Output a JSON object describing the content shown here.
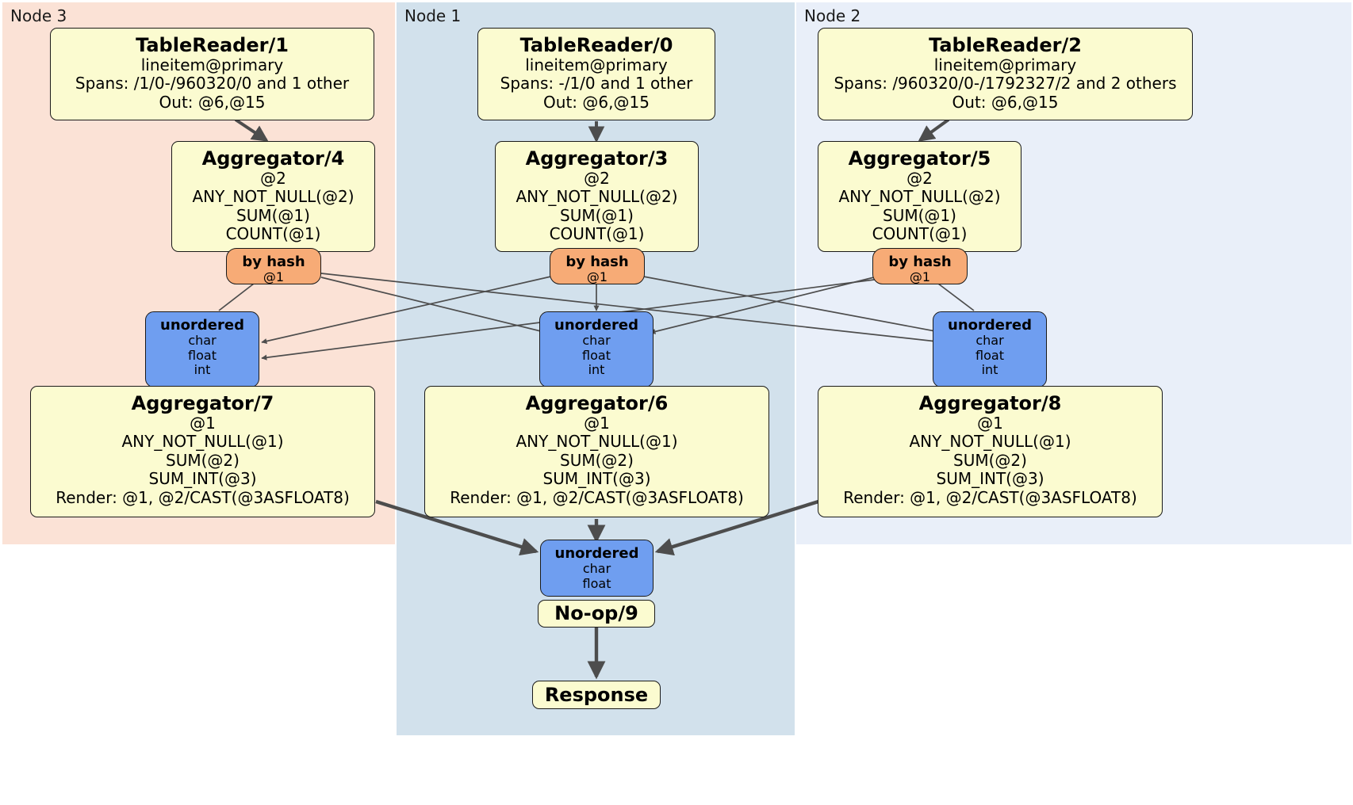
{
  "diagram": {
    "type": "distributed-query-plan",
    "colors": {
      "region_node3_bg": "#fbe2d6",
      "region_node1_bg": "#d2e1ec",
      "region_node2_bg": "#e9eff9",
      "processor_bg": "#fbfbd0",
      "router_bg": "#f7ab76",
      "synchronizer_bg": "#6f9ef0",
      "edge": "#4d4d4d",
      "border": "#1a1a1a"
    },
    "regions": [
      {
        "id": "node3",
        "label": "Node 3"
      },
      {
        "id": "node1",
        "label": "Node 1"
      },
      {
        "id": "node2",
        "label": "Node 2"
      }
    ],
    "nodes": {
      "tablereader_1": {
        "title": "TableReader/1",
        "lines": [
          "lineitem@primary",
          "Spans: /1/0-/960320/0 and 1 other",
          "Out: @6,@15"
        ]
      },
      "tablereader_0": {
        "title": "TableReader/0",
        "lines": [
          "lineitem@primary",
          "Spans: -/1/0 and 1 other",
          "Out: @6,@15"
        ]
      },
      "tablereader_2": {
        "title": "TableReader/2",
        "lines": [
          "lineitem@primary",
          "Spans: /960320/0-/1792327/2 and 2 others",
          "Out: @6,@15"
        ]
      },
      "aggregator_4": {
        "title": "Aggregator/4",
        "lines": [
          "@2",
          "ANY_NOT_NULL(@2)",
          "SUM(@1)",
          "COUNT(@1)"
        ]
      },
      "aggregator_3": {
        "title": "Aggregator/3",
        "lines": [
          "@2",
          "ANY_NOT_NULL(@2)",
          "SUM(@1)",
          "COUNT(@1)"
        ]
      },
      "aggregator_5": {
        "title": "Aggregator/5",
        "lines": [
          "@2",
          "ANY_NOT_NULL(@2)",
          "SUM(@1)",
          "COUNT(@1)"
        ]
      },
      "router_4": {
        "title": "by hash",
        "lines": [
          "@1"
        ]
      },
      "router_3": {
        "title": "by hash",
        "lines": [
          "@1"
        ]
      },
      "router_5": {
        "title": "by hash",
        "lines": [
          "@1"
        ]
      },
      "sync_7": {
        "title": "unordered",
        "lines": [
          "char",
          "float",
          "int"
        ]
      },
      "sync_6": {
        "title": "unordered",
        "lines": [
          "char",
          "float",
          "int"
        ]
      },
      "sync_8": {
        "title": "unordered",
        "lines": [
          "char",
          "float",
          "int"
        ]
      },
      "aggregator_7": {
        "title": "Aggregator/7",
        "lines": [
          "@1",
          "ANY_NOT_NULL(@1)",
          "SUM(@2)",
          "SUM_INT(@3)",
          "Render: @1, @2/CAST(@3ASFLOAT8)"
        ]
      },
      "aggregator_6": {
        "title": "Aggregator/6",
        "lines": [
          "@1",
          "ANY_NOT_NULL(@1)",
          "SUM(@2)",
          "SUM_INT(@3)",
          "Render: @1, @2/CAST(@3ASFLOAT8)"
        ]
      },
      "aggregator_8": {
        "title": "Aggregator/8",
        "lines": [
          "@1",
          "ANY_NOT_NULL(@1)",
          "SUM(@2)",
          "SUM_INT(@3)",
          "Render: @1, @2/CAST(@3ASFLOAT8)"
        ]
      },
      "sync_final": {
        "title": "unordered",
        "lines": [
          "char",
          "float"
        ]
      },
      "noop_9": {
        "title": "No-op/9"
      },
      "response": {
        "title": "Response"
      }
    }
  }
}
